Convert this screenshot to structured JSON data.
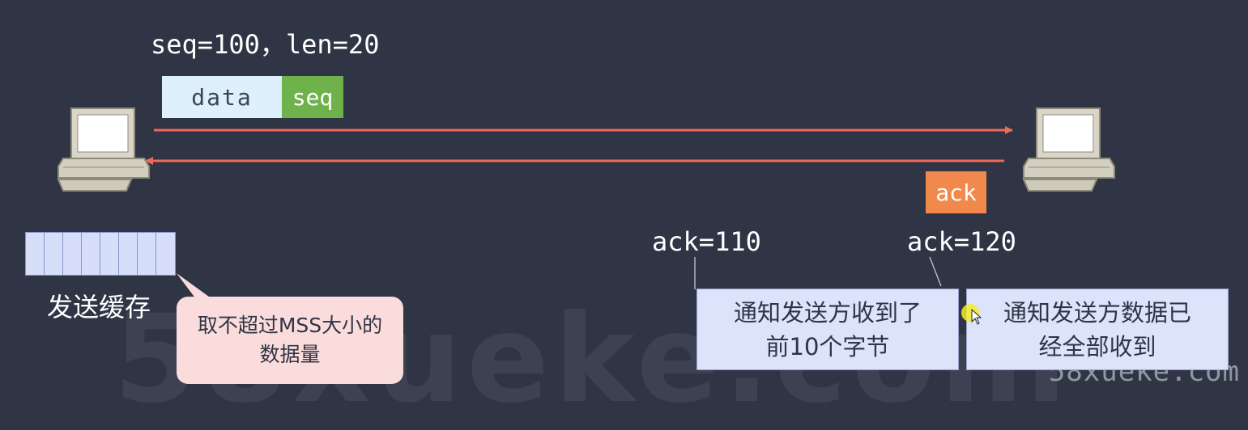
{
  "diagram": {
    "seq_len_label": "seq=100，len=20",
    "data_box_label": "data",
    "seq_box_label": "seq",
    "ack_box_label": "ack",
    "ack_110_label": "ack=110",
    "ack_120_label": "ack=120",
    "send_buffer_label": "发送缓存",
    "send_buffer_cells": 8,
    "mss_callout": {
      "line1": "取不超过MSS大小的",
      "line2": "数据量"
    },
    "note_ack_110": {
      "line1": "通知发送方收到了",
      "line2": "前10个字节"
    },
    "note_ack_120": {
      "line1": "通知发送方数据已",
      "line2": "经全部收到"
    }
  },
  "watermark": {
    "large": "58xueke.com",
    "small": "58xueke.com"
  },
  "colors": {
    "background": "#2f3545",
    "arrow": "#ee6a5a",
    "data_box": "#ddf0fb",
    "seq_box": "#6fb24c",
    "ack_box": "#f2894c",
    "buffer_cell": "#d6defa",
    "callout": "#fbdcdc",
    "note_box": "#dce3fb"
  }
}
